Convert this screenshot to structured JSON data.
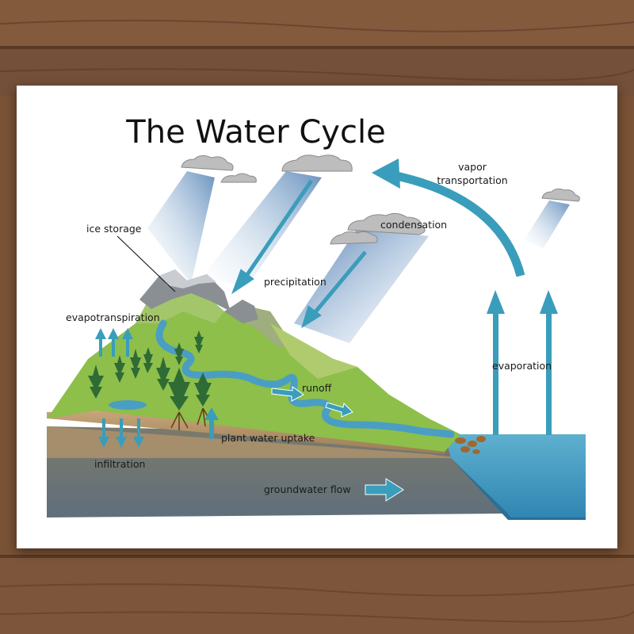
{
  "title": "The Water Cycle",
  "labels": {
    "vapor_transportation_1": "vapor",
    "vapor_transportation_2": "transportation",
    "ice_storage": "ice storage",
    "condensation": "condensation",
    "precipitation": "precipitation",
    "evapotranspiration": "evapotranspiration",
    "runoff": "runoff",
    "evaporation": "evaporation",
    "plant_water_uptake": "plant water uptake",
    "infiltration": "infiltration",
    "groundwater_flow": "groundwater flow"
  },
  "colors": {
    "arrow": "#3a9dbb",
    "water": "#4a9ec4",
    "grass": "#8dbf4a",
    "soil": "#b89466",
    "mountain": "#8a8f94",
    "cloud": "#bdbdbd",
    "wood": "#7a5236"
  }
}
